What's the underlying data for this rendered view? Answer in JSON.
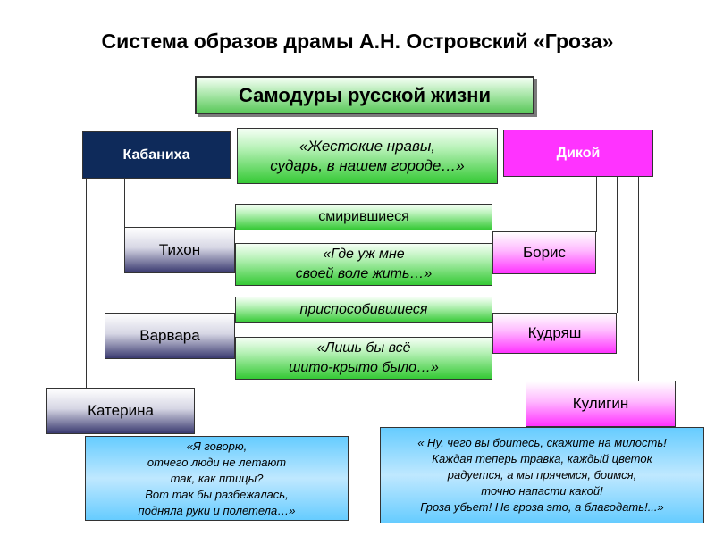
{
  "title": "Система образов драмы А.Н. Островский «Гроза»",
  "header": "Самодуры русской жизни",
  "tyrants": {
    "left": "Кабаниха",
    "right": "Дикой"
  },
  "center": {
    "quote_top": [
      "«Жестокие нравы,",
      "сударь, в нашем городе…»"
    ],
    "group1_label": "смирившиеся",
    "group1_quote": [
      "«Где уж мне",
      "своей воле жить…»"
    ],
    "group2_label": "приспособившиеся",
    "group2_quote": [
      "«Лишь бы всё",
      "шито-крыто было…»"
    ]
  },
  "left_characters": [
    "Тихон",
    "Варвара",
    "Катерина"
  ],
  "right_characters": [
    "Борис",
    "Кудряш",
    "Кулигин"
  ],
  "quote_katerina": [
    "«Я говорю,",
    "отчего люди не летают",
    "так, как птицы?",
    "Вот так бы разбежалась,",
    "подняла руки и полетела…»"
  ],
  "quote_kuligin": [
    "« Ну, чего вы боитесь, скажите на милость!",
    "Каждая теперь травка, каждый цветок",
    "радуется, а мы прячемся, боимся,",
    "точно напасти какой!",
    "Гроза убьет! Не гроза это, а благодать!...»"
  ],
  "colors": {
    "kabanikha": "#0e2a5a",
    "dikoy": "#ff33ff",
    "green": "#35c935",
    "quote_bg": "#66ccff"
  }
}
